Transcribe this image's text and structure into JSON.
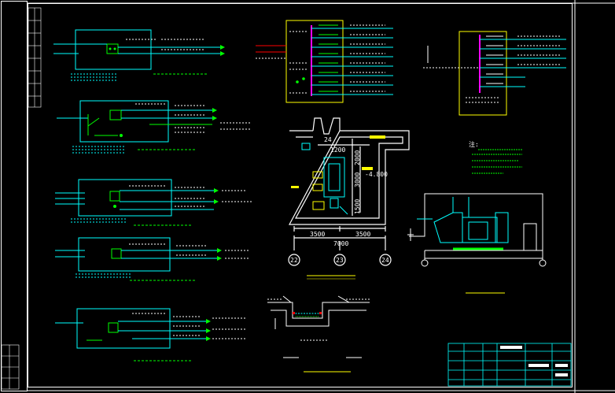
{
  "colors": {
    "background": "#000000",
    "frame": "#ffffff",
    "wire_cyan": "#00ffff",
    "wire_green": "#00ff00",
    "panel_yellow": "#ffff00",
    "bus_magenta": "#ff00ff",
    "wire_red": "#ff0000",
    "label_white": "#ffffff"
  },
  "plan": {
    "dim_24": "24",
    "dim_1200": "1200",
    "dim_2000": "2000",
    "dim_3000": "3000",
    "dim_1500": "1500",
    "dim_3500_left": "3500",
    "dim_3500_right": "3500",
    "dim_7000": "7000",
    "level": "-4.800",
    "axis_22": "22",
    "axis_23": "23",
    "axis_24": "24"
  },
  "notes": {
    "title": "注:"
  }
}
